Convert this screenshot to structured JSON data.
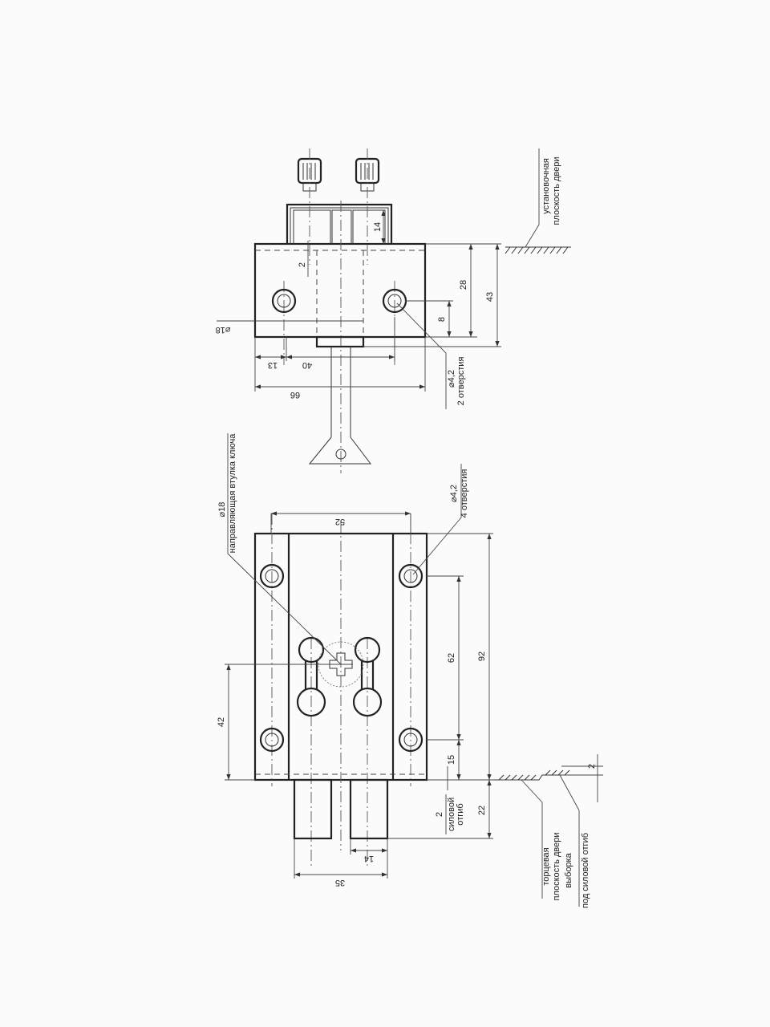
{
  "top_view": {
    "dims": {
      "d66": "66",
      "d13": "13",
      "d40": "40",
      "d18": "⌀18",
      "d43": "43",
      "d28": "28",
      "d8": "8",
      "d2": "2",
      "d14": "14"
    },
    "holes_note": {
      "size": "⌀4,2",
      "count": "2 отверстия"
    },
    "plane_note": {
      "line1": "установочная",
      "line2": "плоскость двери"
    }
  },
  "front_view": {
    "dims": {
      "d52": "52",
      "d92": "92",
      "d62": "62",
      "d15": "15",
      "d22": "22",
      "d42": "42",
      "d35": "35",
      "d14": "14",
      "d2": "2"
    },
    "bushing_note": {
      "size": "⌀18",
      "label": "направляющая втулка ключа"
    },
    "holes_note": {
      "size": "⌀4,2",
      "count": "4 отверстия"
    },
    "bend_note": {
      "size": "2",
      "line1": "силовой",
      "line2": "отгиб"
    },
    "end_plane_note": {
      "line1": "торцевая",
      "line2": "плоскость двери"
    },
    "recess_note": {
      "line1": "выборка",
      "line2": "под силовой отгиб"
    }
  }
}
